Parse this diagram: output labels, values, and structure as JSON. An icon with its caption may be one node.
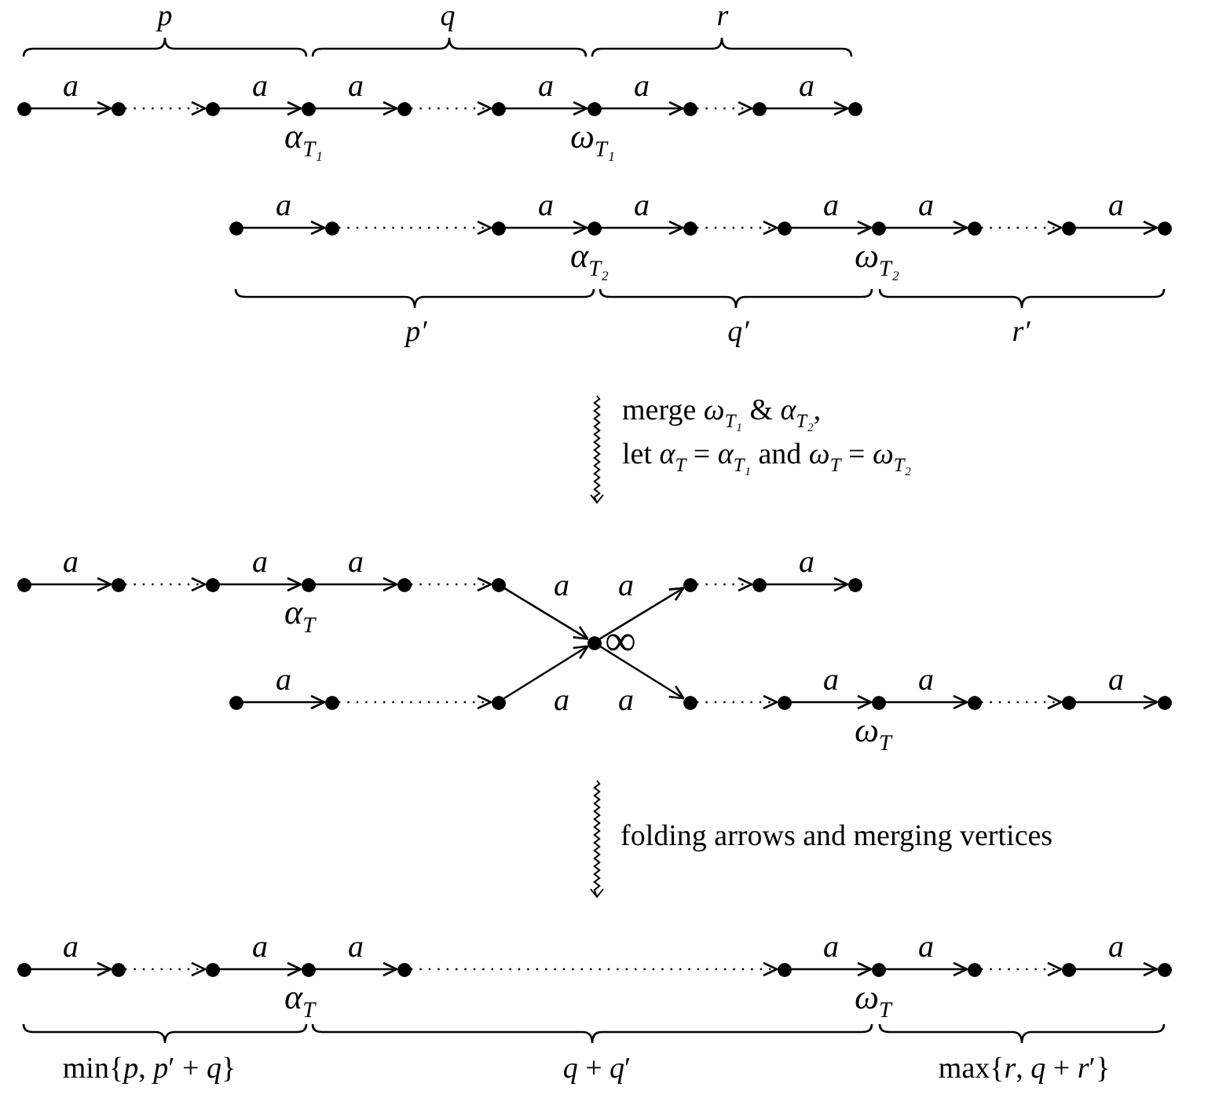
{
  "diagram": {
    "nodes": [
      {
        "text": [],
        "shape": "circle"
      },
      {
        "text": [],
        "shape": "circle"
      },
      {
        "text": [],
        "shape": "circle"
      },
      {
        "text": [],
        "shape": "circle",
        "beside": [
          "α$_{T₁}$"
        ]
      },
      {
        "text": [],
        "shape": "circle"
      },
      {
        "text": [],
        "shape": "circle"
      },
      {
        "text": [],
        "shape": "circle",
        "beside": [
          "ω$_{T₁}$"
        ]
      },
      {
        "text": [],
        "shape": "circle"
      },
      {
        "text": [],
        "shape": "circle"
      },
      {
        "text": [],
        "shape": "circle"
      },
      {
        "text": [],
        "shape": "circle"
      },
      {
        "text": [],
        "shape": "circle"
      },
      {
        "text": [],
        "shape": "circle"
      },
      {
        "text": [],
        "shape": "circle",
        "beside": [
          "α$_{T₂}$"
        ]
      },
      {
        "text": [],
        "shape": "circle"
      },
      {
        "text": [],
        "shape": "circle"
      },
      {
        "text": [],
        "shape": "circle",
        "beside": [
          "ω$_{T₂}$"
        ]
      },
      {
        "text": [],
        "shape": "circle"
      },
      {
        "text": [],
        "shape": "circle"
      },
      {
        "text": [],
        "shape": "circle"
      },
      {
        "text": [],
        "shape": "circle"
      },
      {
        "text": [],
        "shape": "circle"
      },
      {
        "text": [],
        "shape": "circle"
      },
      {
        "text": [],
        "shape": "circle",
        "beside": [
          "α$_{T}$"
        ]
      },
      {
        "text": [],
        "shape": "circle"
      },
      {
        "text": [],
        "shape": "circle"
      },
      {
        "text": [],
        "shape": "circle"
      },
      {
        "text": [],
        "shape": "circle"
      },
      {
        "text": [],
        "shape": "circle"
      },
      {
        "text": [],
        "shape": "circle",
        "beside": [
          "∞"
        ]
      },
      {
        "text": [],
        "shape": "circle"
      },
      {
        "text": [],
        "shape": "circle"
      },
      {
        "text": [],
        "shape": "circle"
      },
      {
        "text": [],
        "shape": "circle"
      },
      {
        "text": [],
        "shape": "circle"
      },
      {
        "text": [],
        "shape": "circle",
        "beside": [
          "ω$_{T}$"
        ]
      },
      {
        "text": [],
        "shape": "circle"
      },
      {
        "text": [],
        "shape": "circle"
      },
      {
        "text": [],
        "shape": "circle"
      },
      {
        "text": [],
        "shape": "circle"
      },
      {
        "text": [],
        "shape": "circle"
      },
      {
        "text": [],
        "shape": "circle"
      },
      {
        "text": [],
        "shape": "circle",
        "beside": [
          "α$_{T}$"
        ]
      },
      {
        "text": [],
        "shape": "circle"
      },
      {
        "text": [],
        "shape": "circle"
      },
      {
        "text": [],
        "shape": "circle",
        "beside": [
          "ω$_{T}$"
        ]
      },
      {
        "text": [],
        "shape": "circle"
      },
      {
        "text": [],
        "shape": "circle"
      },
      {
        "text": [],
        "shape": "circle"
      }
    ],
    "edges": [
      {
        "from": 0,
        "to": 1,
        "arrow": "to",
        "label": "a"
      },
      {
        "from": 1,
        "to": 2,
        "arrow": "to",
        "style": "dashed"
      },
      {
        "from": 2,
        "to": 3,
        "arrow": "to",
        "label": "a"
      },
      {
        "from": 3,
        "to": 4,
        "arrow": "to",
        "label": "a"
      },
      {
        "from": 4,
        "to": 5,
        "arrow": "to",
        "style": "dashed"
      },
      {
        "from": 5,
        "to": 6,
        "arrow": "to",
        "label": "a"
      },
      {
        "from": 6,
        "to": 7,
        "arrow": "to",
        "label": "a"
      },
      {
        "from": 7,
        "to": 8,
        "arrow": "to",
        "style": "dashed"
      },
      {
        "from": 8,
        "to": 9,
        "arrow": "to",
        "label": "a"
      },
      {
        "from": 10,
        "to": 11,
        "arrow": "to",
        "label": "a"
      },
      {
        "from": 11,
        "to": 12,
        "arrow": "to",
        "style": "dashed"
      },
      {
        "from": 12,
        "to": 13,
        "arrow": "to",
        "label": "a"
      },
      {
        "from": 13,
        "to": 14,
        "arrow": "to",
        "label": "a"
      },
      {
        "from": 14,
        "to": 15,
        "arrow": "to",
        "style": "dashed"
      },
      {
        "from": 15,
        "to": 16,
        "arrow": "to",
        "label": "a"
      },
      {
        "from": 16,
        "to": 17,
        "arrow": "to",
        "label": "a"
      },
      {
        "from": 17,
        "to": 18,
        "arrow": "to",
        "style": "dashed"
      },
      {
        "from": 18,
        "to": 19,
        "arrow": "to",
        "label": "a"
      },
      {
        "from": 20,
        "to": 21,
        "arrow": "to",
        "label": "a"
      },
      {
        "from": 21,
        "to": 22,
        "arrow": "to",
        "style": "dashed"
      },
      {
        "from": 22,
        "to": 23,
        "arrow": "to",
        "label": "a"
      },
      {
        "from": 23,
        "to": 24,
        "arrow": "to",
        "label": "a"
      },
      {
        "from": 24,
        "to": 25,
        "arrow": "to",
        "style": "dashed"
      },
      {
        "from": 25,
        "to": 29,
        "arrow": "to",
        "label": "a"
      },
      {
        "from": 29,
        "to": 26,
        "arrow": "to",
        "label": "a"
      },
      {
        "from": 26,
        "to": 27,
        "arrow": "to",
        "style": "dashed"
      },
      {
        "from": 27,
        "to": 28,
        "arrow": "to",
        "label": "a"
      },
      {
        "from": 30,
        "to": 31,
        "arrow": "to",
        "label": "a"
      },
      {
        "from": 31,
        "to": 32,
        "arrow": "to",
        "style": "dashed"
      },
      {
        "from": 32,
        "to": 29,
        "arrow": "to",
        "label": "a"
      },
      {
        "from": 29,
        "to": 33,
        "arrow": "to",
        "label": "a"
      },
      {
        "from": 33,
        "to": 34,
        "arrow": "to",
        "style": "dashed"
      },
      {
        "from": 34,
        "to": 35,
        "arrow": "to",
        "label": "a"
      },
      {
        "from": 35,
        "to": 36,
        "arrow": "to",
        "label": "a"
      },
      {
        "from": 36,
        "to": 37,
        "arrow": "to",
        "style": "dashed"
      },
      {
        "from": 37,
        "to": 38,
        "arrow": "to",
        "label": "a"
      },
      {
        "from": 39,
        "to": 40,
        "arrow": "to",
        "label": "a"
      },
      {
        "from": 40,
        "to": 41,
        "arrow": "to",
        "style": "dashed"
      },
      {
        "from": 41,
        "to": 42,
        "arrow": "to",
        "label": "a"
      },
      {
        "from": 42,
        "to": 43,
        "arrow": "to",
        "label": "a"
      },
      {
        "from": 43,
        "to": 44,
        "arrow": "to",
        "style": "dashed"
      },
      {
        "from": 44,
        "to": 45,
        "arrow": "to",
        "label": "a"
      },
      {
        "from": 45,
        "to": 46,
        "arrow": "to",
        "label": "a"
      },
      {
        "from": 46,
        "to": 47,
        "arrow": "to",
        "style": "dashed"
      },
      {
        "from": 47,
        "to": 48,
        "arrow": "to",
        "label": "a"
      }
    ],
    "labels": [
      "p",
      "q",
      "r",
      "p′",
      "q′",
      "r′",
      "merge *ω*$_{T₁}$ & *α*$_{T₂}$,",
      "let *α*$_{T}$ = *α*$_{T₁}$ and *ω*$_{T}$ = *ω*$_{T₂}$",
      "folding arrows and merging vertices",
      "min{*p*, *p*′ + *q*}",
      "*q* + *q*′",
      "max{*r*, *q* + *r*′}"
    ]
  }
}
